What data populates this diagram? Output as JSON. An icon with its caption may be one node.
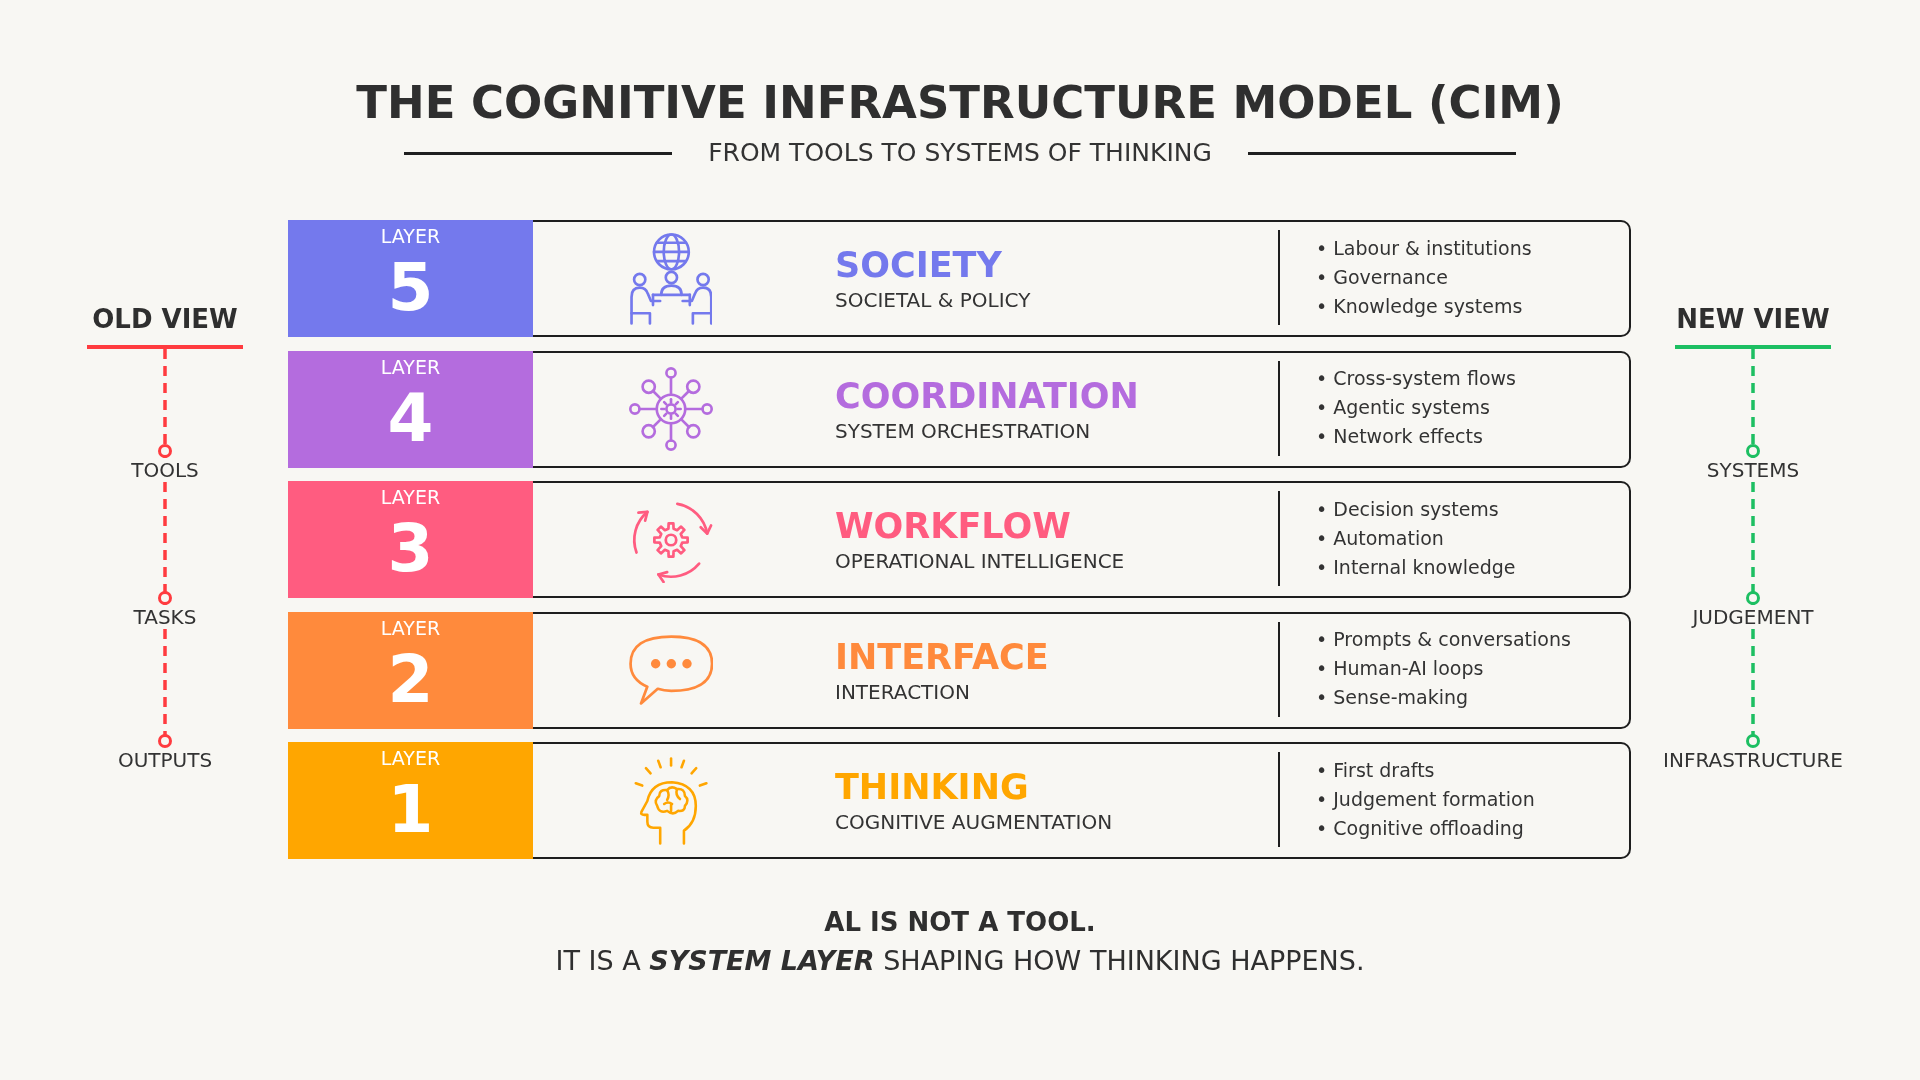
{
  "diagram": {
    "title": "THE COGNITIVE INFRASTRUCTURE MODEL (CIM)",
    "nodes": [
      {
        "text": [
          "OLD VIEW"
        ]
      },
      {
        "text": [
          "TOOLS"
        ]
      },
      {
        "text": [
          "TASKS"
        ]
      },
      {
        "text": [
          "OUTPUTS"
        ]
      },
      {
        "text": [
          "SOCIETY",
          "SOCIETAL & POLICY",
          "• Labour & institutions",
          "• Governance",
          "• Knowledge systems"
        ]
      },
      {
        "text": [
          "LAYER",
          "5"
        ],
        "in": 4
      },
      {
        "text": [
          "COORDINATION",
          "SYSTEM ORCHESTRATION",
          "• Cross-system flows",
          "• Agentic systems",
          "• Network effects"
        ]
      },
      {
        "text": [
          "LAYER",
          "4"
        ],
        "in": 6
      },
      {
        "text": [
          "WORKFLOW",
          "OPERATIONAL INTELLIGENCE",
          "• Decision systems",
          "• Automation",
          "• Internal knowledge"
        ]
      },
      {
        "text": [
          "LAYER",
          "3"
        ],
        "in": 8
      },
      {
        "text": [
          "INTERFACE",
          "INTERACTION",
          "• Prompts & conversations",
          "• Human-AI loops",
          "• Sense-making"
        ]
      },
      {
        "text": [
          "LAYER",
          "2"
        ],
        "in": 10
      },
      {
        "text": [
          "THINKING",
          "COGNITIVE AUGMENTATION",
          "• First drafts",
          "• Judgement formation",
          "• Cognitive offloading"
        ]
      },
      {
        "text": [
          "LAYER",
          "1"
        ],
        "in": 12
      },
      {
        "text": [
          "NEW VIEW"
        ]
      },
      {
        "text": [
          "SYSTEMS"
        ]
      },
      {
        "text": [
          "JUDGEMENT"
        ]
      },
      {
        "text": [
          "INFRASTRUCTURE"
        ]
      }
    ],
    "edges": [
      {
        "from": 0,
        "to": 1,
        "arrow": "other",
        "style": "dashed",
        "color": "#ff3b3f"
      },
      {
        "from": 1,
        "to": 2,
        "arrow": "other",
        "style": "dashed",
        "color": "#ff3b3f"
      },
      {
        "from": 2,
        "to": 3,
        "arrow": "other",
        "style": "dashed",
        "color": "#ff3b3f"
      },
      {
        "from": 14,
        "to": 15,
        "arrow": "other",
        "style": "dashed",
        "color": "#1dbf62"
      },
      {
        "from": 15,
        "to": 16,
        "arrow": "other",
        "style": "dashed",
        "color": "#1dbf62"
      },
      {
        "from": 16,
        "to": 17,
        "arrow": "other",
        "style": "dashed",
        "color": "#1dbf62"
      }
    ],
    "labels": [
      "FROM TOOLS TO SYSTEMS OF THINKING",
      "AL IS NOT A TOOL.",
      "IT IS A **SYSTEM LAYER** SHAPING HOW THINKING HAPPENS."
    ]
  }
}
